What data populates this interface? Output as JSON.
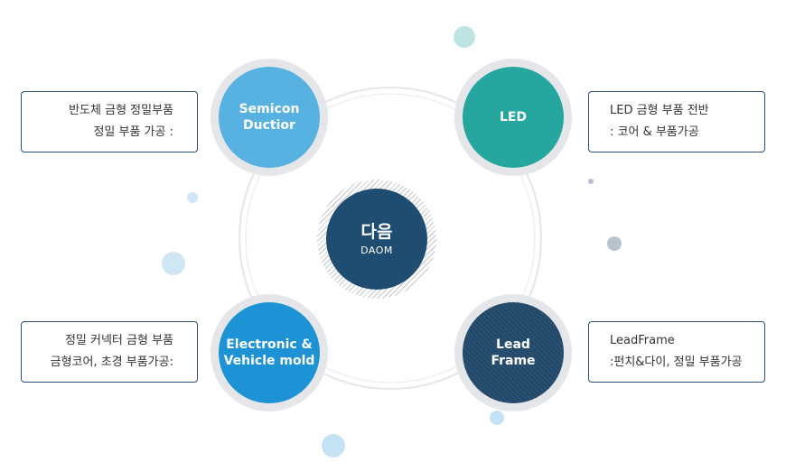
{
  "center": {
    "title": "다음",
    "subtitle": "DAOM"
  },
  "nodes": {
    "semicon": {
      "line1": "Semicon",
      "line2": "Ductior",
      "color": "#57b2e2"
    },
    "led": {
      "line1": "LED",
      "color": "#25a7a0"
    },
    "electronic": {
      "line1": "Electronic &",
      "line2": "Vehicle mold",
      "color": "#1d93d5"
    },
    "leadframe": {
      "line1": "Lead",
      "line2": "Frame",
      "color": "#22496a"
    }
  },
  "boxes": {
    "semicon": {
      "line1": "반도체 금형 정밀부품",
      "line2": "정밀 부품 가공 :"
    },
    "led": {
      "line1": "LED 금형 부품 전반",
      "line2": ": 코어 & 부품가공"
    },
    "electronic": {
      "line1": "정밀 커넥터 금형 부품",
      "line2": "금형코어, 초경 부품가공:"
    },
    "leadframe": {
      "line1": "LeadFrame",
      "line2": ":펀치&다이, 정밀 부품가공"
    }
  },
  "colors": {
    "box_border": "#2a4e78",
    "center": "#1f4d71",
    "node_ring": "#e4e6e9"
  }
}
